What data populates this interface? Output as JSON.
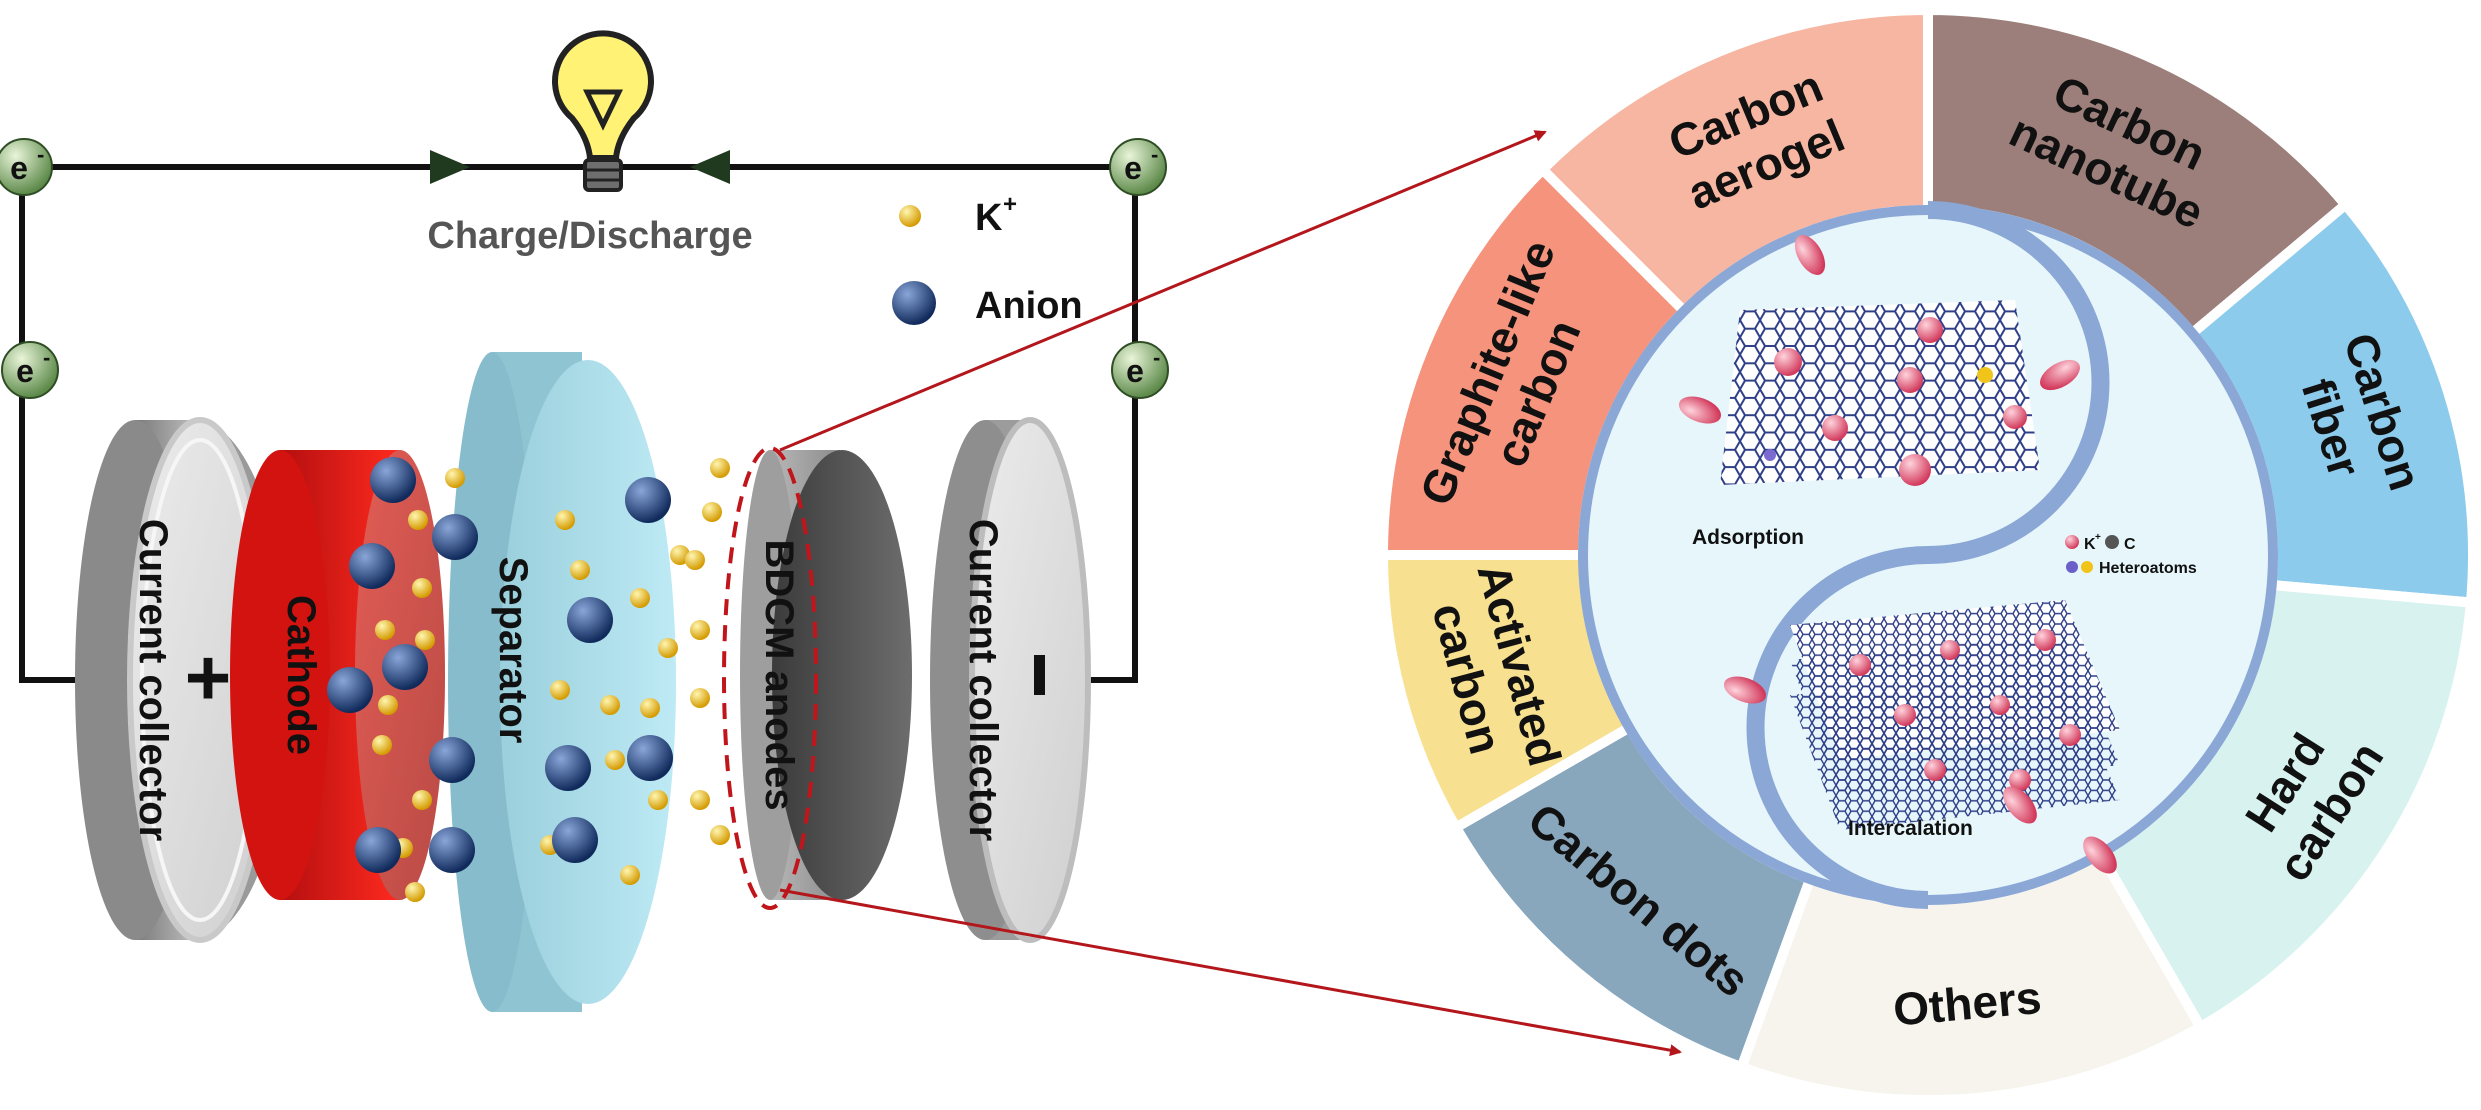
{
  "circuit": {
    "electron": "e",
    "electron_sup": "-",
    "caption": "Charge/Discharge"
  },
  "legend": {
    "potassium": "K",
    "potassium_sup": "+",
    "anion": "Anion"
  },
  "cell": {
    "left_collector": "Current collector",
    "plus_sign": "+",
    "cathode": "Cathode",
    "separator": "Separator",
    "anode": "BDCM anodes",
    "right_collector": "Current collector",
    "minus_sign": "-"
  },
  "wheel": {
    "segments": [
      {
        "id": "carbon-aerogel",
        "lines": [
          "Carbon",
          "aerogel"
        ],
        "color": "#f7b6a2"
      },
      {
        "id": "carbon-nanotube",
        "lines": [
          "Carbon",
          "nanotube"
        ],
        "color": "#9c7f7a"
      },
      {
        "id": "carbon-fiber",
        "lines": [
          "Carbon",
          "fiber"
        ],
        "color": "#8ccbeb"
      },
      {
        "id": "hard-carbon",
        "lines": [
          "Hard",
          "carbon"
        ],
        "color": "#d8f3ef"
      },
      {
        "id": "others",
        "lines": [
          "Others"
        ],
        "color": "#f6f4ec"
      },
      {
        "id": "carbon-dots",
        "lines": [
          "Carbon dots"
        ],
        "color": "#88a6bc"
      },
      {
        "id": "activated-carbon",
        "lines": [
          "Activated",
          "carbon"
        ],
        "color": "#f7e08f"
      },
      {
        "id": "graphite-like-carbon",
        "lines": [
          "Graphite-like",
          "carbon"
        ],
        "color": "#f6937c"
      }
    ],
    "inner": {
      "adsorption": "Adsorption",
      "intercalation": "Intercalation",
      "legend_k": "K",
      "legend_k_sup": "+",
      "legend_c": "C",
      "legend_heteroatoms": "Heteroatoms"
    }
  },
  "colors": {
    "k_ion": "#f2c21e",
    "anion": "#1f3f7a",
    "cathode": "#e0201a",
    "separator": "#aee3ef",
    "anode": "#5a5a5a",
    "arrow": "#b3161b",
    "wire": "#111111"
  }
}
